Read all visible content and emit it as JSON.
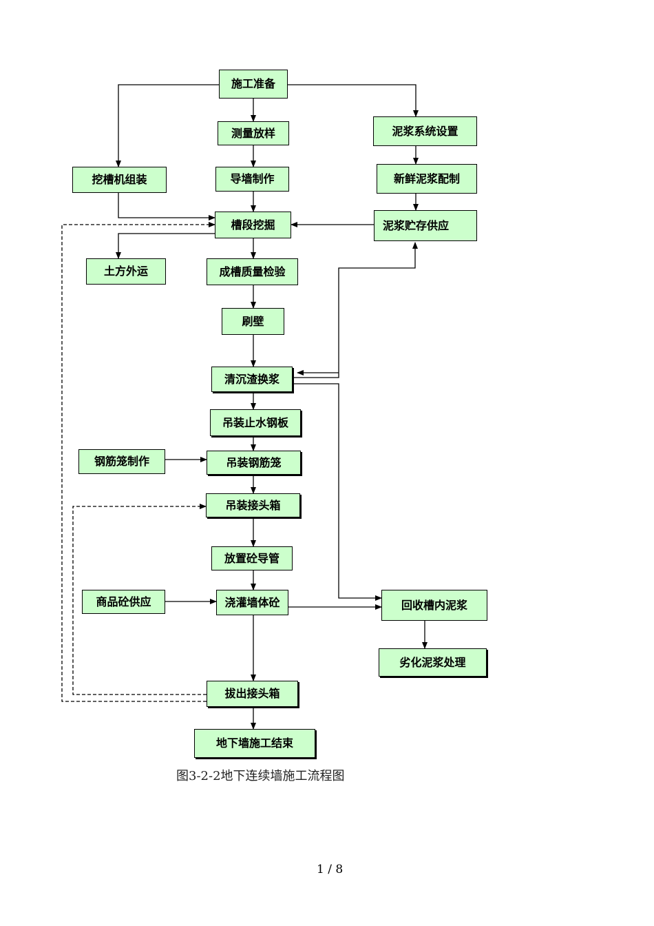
{
  "nodes": {
    "prep": "施工准备",
    "survey": "测量放样",
    "slurry_setup": "泥浆系统设置",
    "excavator": "挖槽机组装",
    "guide_wall": "导墙制作",
    "fresh_slurry": "新鲜泥浆配制",
    "trench": "槽段挖掘",
    "slurry_supply": "泥浆贮存供应",
    "earth": "土方外运",
    "quality": "成槽质量检验",
    "brush": "刷壁",
    "clean": "清沉渣换浆",
    "waterstop": "吊装止水钢板",
    "cage_make": "钢筋笼制作",
    "cage_lift": "吊装钢筋笼",
    "joint_box": "吊装接头箱",
    "tremie": "放置砼导管",
    "concrete_supply": "商品砼供应",
    "pour": "浇灌墙体砼",
    "recover": "回收槽内泥浆",
    "waste": "劣化泥浆处理",
    "pull": "拔出接头箱",
    "end": "地下墙施工结束"
  },
  "caption": "图3-2-2地下连续墙施工流程图",
  "page_number": "1 / 8",
  "colors": {
    "box_fill": "#ccffcc",
    "line": "#000000"
  }
}
